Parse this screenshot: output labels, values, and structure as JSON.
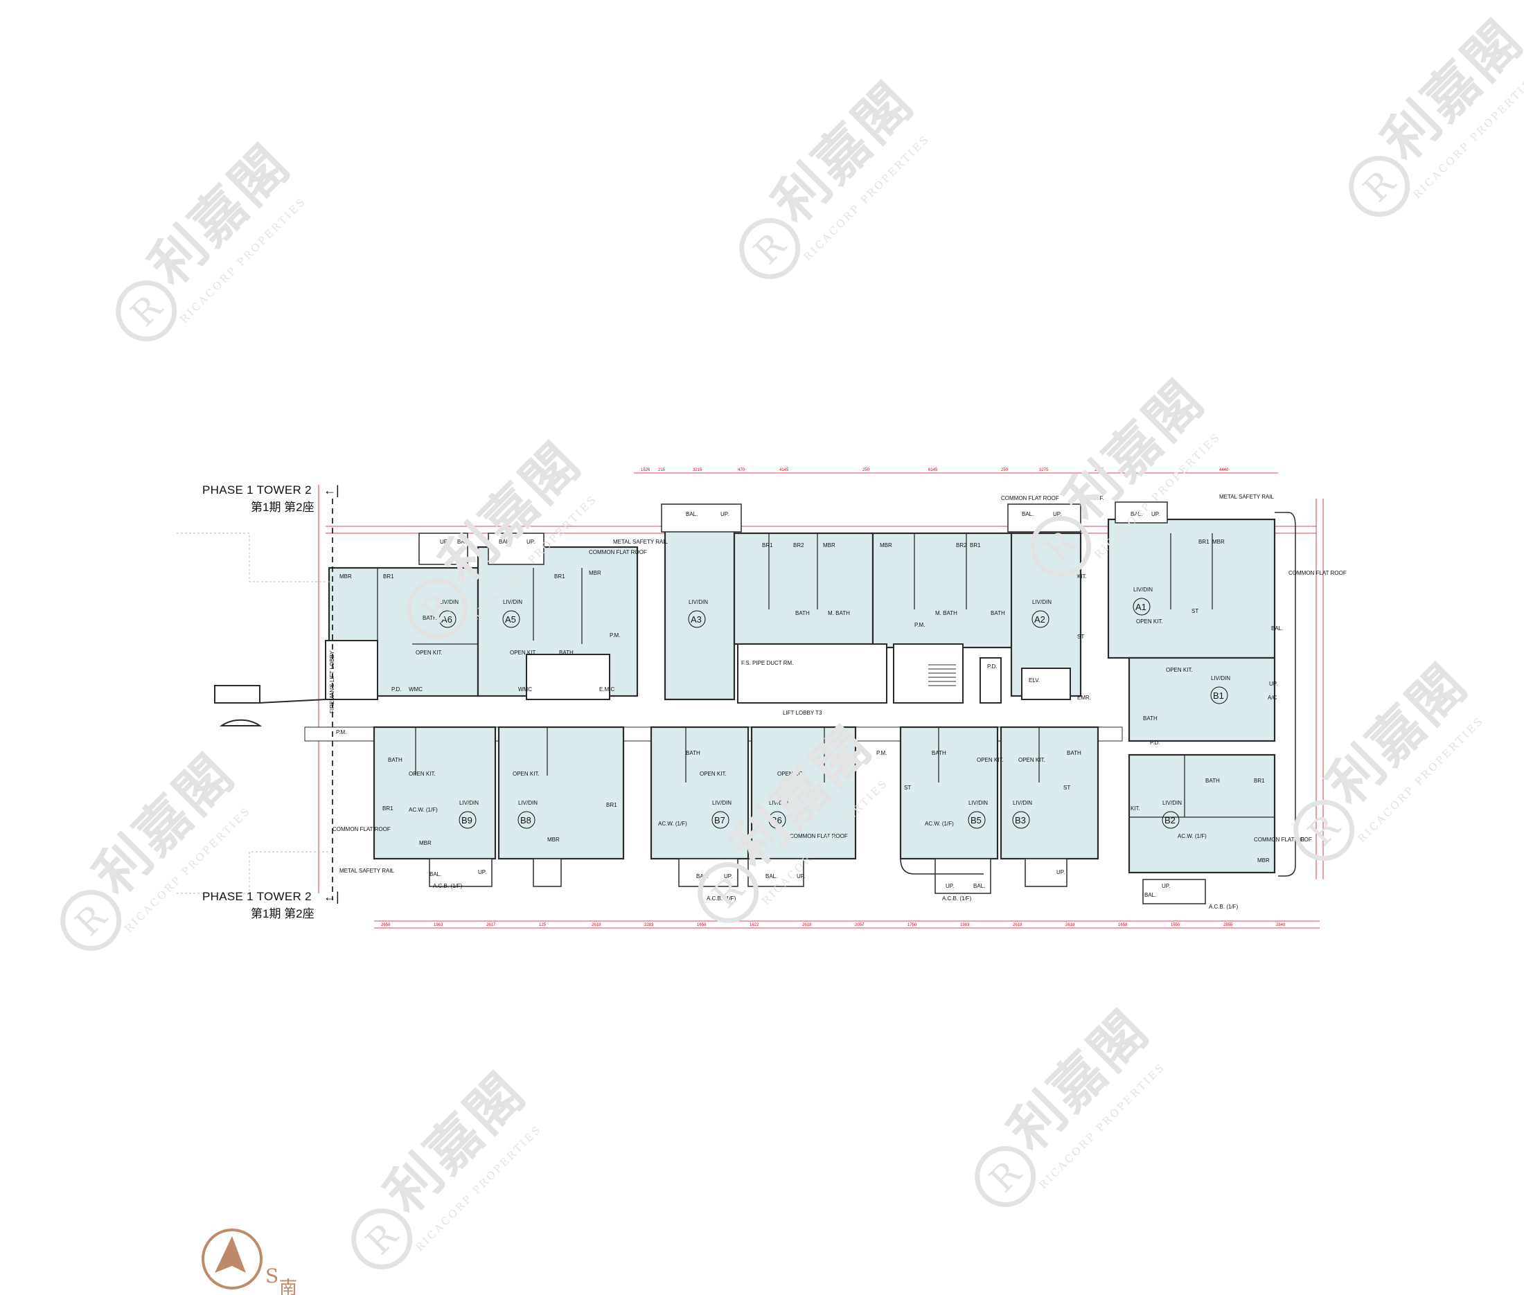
{
  "tower_label_top": {
    "en": "PHASE 1 TOWER 2",
    "zh": "第1期 第2座"
  },
  "tower_label_bottom": {
    "en": "PHASE 1 TOWER 2",
    "zh": "第1期 第2座"
  },
  "lift_lobby": "LIFT LOBBY T3",
  "firemans_lobby": "FIREMAN'S LIFT LOBBY",
  "units_top": [
    {
      "code": "A6",
      "liv": "LIV/DIN"
    },
    {
      "code": "A5",
      "liv": "LIV/DIN"
    },
    {
      "code": "A3",
      "liv": "LIV/DIN"
    },
    {
      "code": "A2",
      "liv": "LIV/DIN"
    },
    {
      "code": "A1",
      "liv": "LIV/DIN"
    }
  ],
  "units_bottom": [
    {
      "code": "B9",
      "liv": "LIV/DIN"
    },
    {
      "code": "B8",
      "liv": "LIV/DIN"
    },
    {
      "code": "B7",
      "liv": "LIV/DIN"
    },
    {
      "code": "B6",
      "liv": "LIV/DIN"
    },
    {
      "code": "B5",
      "liv": "LIV/DIN"
    },
    {
      "code": "B3",
      "liv": "LIV/DIN"
    },
    {
      "code": "B2",
      "liv": "LIV/DIN"
    },
    {
      "code": "B1",
      "liv": "LIV/DIN"
    }
  ],
  "room_labels": {
    "mbr": "MBR",
    "br1": "BR1",
    "br2": "BR2",
    "bath": "BATH",
    "m_bath": "M. BATH",
    "open_kit": "OPEN KIT.",
    "kit": "KIT.",
    "bal": "BAL.",
    "up": "UP.",
    "ac": "A/C",
    "pm": "P.M.",
    "pd": "P.D.",
    "elv": "ELV.",
    "wmc": "WMC",
    "emc": "E.M.C",
    "st": "ST",
    "fs_pipe": "F.S. PIPE DUCT RM.",
    "emr": "EMR.",
    "common_flat_roof": "COMMON FLAT ROOF",
    "metal_rail": "METAL SAFETY RAIL",
    "acw": "AC.W. (1/F)",
    "acb": "A.C.B. (1/F)",
    "af": "A.F."
  },
  "dims_top": [
    "1526",
    "215",
    "3215",
    "470",
    "4145",
    "250",
    "6145",
    "250",
    "3275",
    "2985",
    "4440"
  ],
  "dims_bottom": [
    "2650",
    "1963",
    "2617",
    "125",
    "2618",
    "2283",
    "1650",
    "1622",
    "2618",
    "2057",
    "1750",
    "1983",
    "2618",
    "2618",
    "1658",
    "1550",
    "2855",
    "2840"
  ],
  "watermark": {
    "cn": "利嘉閣",
    "en": "RICACORP PROPERTIES",
    "logo": "R"
  },
  "compass": {
    "letter": "S",
    "cn": "南"
  },
  "colors": {
    "room_fill": "#dcecee",
    "wall": "#2a2a2a",
    "dim_line": "#e0001b",
    "compass": "#c08a6a",
    "watermark": "#e3e3e3"
  }
}
